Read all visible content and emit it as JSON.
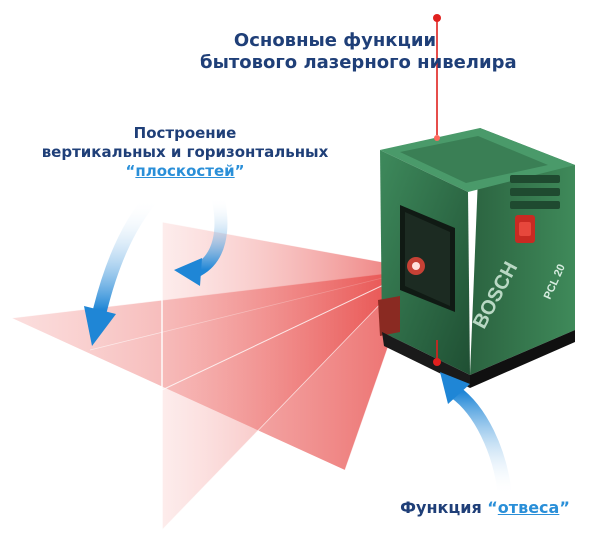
{
  "title": {
    "line1": "Основные функции",
    "line2": "бытового лазерного нивелира"
  },
  "planes_label": {
    "line1": "Построение",
    "line2": "вертикальных и горизонтальных",
    "quote_open": "“",
    "word": "плоскостей",
    "quote_close": "”"
  },
  "plumb_label": {
    "prefix": "Функция ",
    "quote_open": "“",
    "word": "отвеса",
    "quote_close": "”"
  },
  "device": {
    "brand": "BOSCH",
    "model": "PCL 20"
  },
  "colors": {
    "laser": "#e0201e",
    "plane_fill": "#f06a68",
    "device_green": "#2f6b47",
    "label_text": "#1f3f78",
    "arrow_blue": "#2a8fd8"
  }
}
